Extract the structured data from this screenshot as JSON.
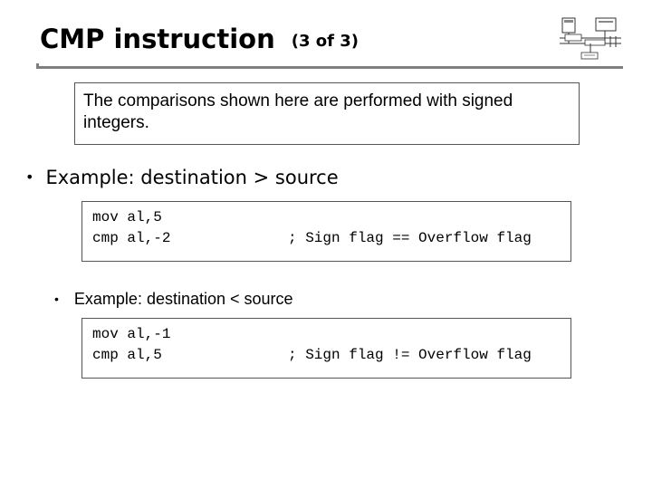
{
  "title": {
    "main": "CMP instruction",
    "sub": "(3 of 3)"
  },
  "note": {
    "text": "The comparisons shown here are performed with signed integers."
  },
  "example1": {
    "bullet": "•",
    "label": "Example: destination > source",
    "code": {
      "line1": "mov al,5",
      "line2": "cmp al,-2",
      "comment": "; Sign flag == Overflow flag"
    }
  },
  "example2": {
    "bullet": "•",
    "label": "Example: destination < source",
    "code": {
      "line1": "mov al,-1",
      "line2": "cmp al,5",
      "comment": "; Sign flag != Overflow flag"
    }
  },
  "logo": {
    "icon": "computer-architecture-diagram-icon"
  }
}
